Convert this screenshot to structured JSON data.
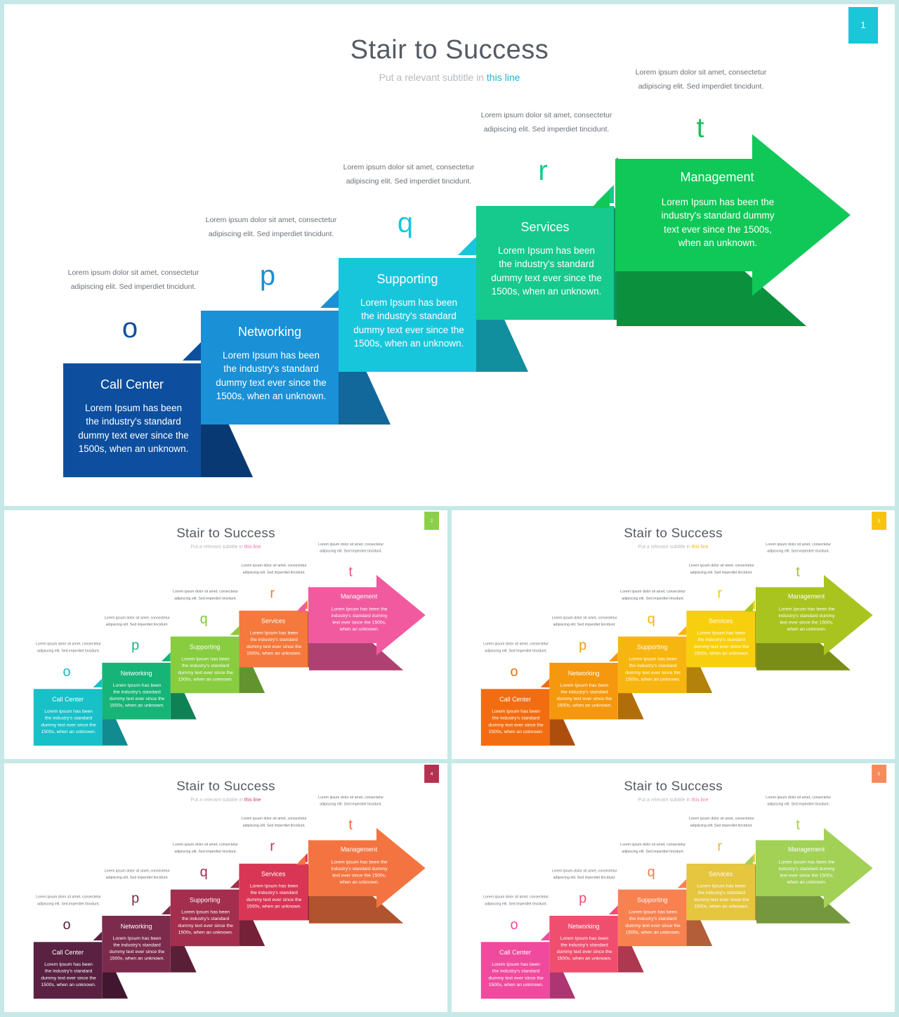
{
  "deck": {
    "title": "Stair to Success",
    "subtitle_prefix": "Put a relevant subtitle in",
    "subtitle_highlight": "this line",
    "note": "Lorem ipsum dolor sit amet, consectetur adipiscing elit. Sed imperdiet tincidunt.",
    "body": "Lorem Ipsum has been the industry's standard dummy text ever since the 1500s, when an unknown.",
    "labels": [
      "Call Center",
      "Networking",
      "Supporting",
      "Services",
      "Management"
    ],
    "letters": [
      "o",
      "p",
      "q",
      "r",
      "t"
    ]
  },
  "slides": [
    {
      "number": "1",
      "accent": "#1bc6d8",
      "highlight": "#1bb7cc",
      "letter_colors": [
        "#0d4f9e",
        "#1a90d6",
        "#18c6dc",
        "#16c98c",
        "#1bc25a"
      ],
      "colors": [
        "#0d4f9e",
        "#1a90d6",
        "#18c6dc",
        "#16c98c",
        "#10c857"
      ]
    },
    {
      "number": "2",
      "accent": "#8bd048",
      "highlight": "#f06da8",
      "letter_colors": [
        "#16b9c4",
        "#19b37c",
        "#7ccc38",
        "#f27c3a",
        "#f0528f"
      ],
      "colors": [
        "#18c0c8",
        "#16b477",
        "#88cc40",
        "#f5783c",
        "#f15a9f"
      ]
    },
    {
      "number": "3",
      "accent": "#f6c40d",
      "highlight": "#f6b210",
      "letter_colors": [
        "#f26d12",
        "#f59a0c",
        "#f5b70d",
        "#f5c70d",
        "#a3c31d"
      ],
      "colors": [
        "#f26d12",
        "#f5980d",
        "#f7b50f",
        "#f8cf0e",
        "#a9c41f"
      ]
    },
    {
      "number": "4",
      "accent": "#b2324f",
      "highlight": "#d43a5e",
      "letter_colors": [
        "#5a2142",
        "#7c2a4a",
        "#9e2d4d",
        "#cc2f50",
        "#f26a3a"
      ],
      "colors": [
        "#5a2142",
        "#7c2b4c",
        "#a32e4d",
        "#d93655",
        "#f47441"
      ]
    },
    {
      "number": "5",
      "accent": "#f58a5c",
      "highlight": "#f07d9a",
      "letter_colors": [
        "#f04a9e",
        "#ef4c6f",
        "#f47c4b",
        "#e4b93a",
        "#9fcd53"
      ],
      "colors": [
        "#f04a9e",
        "#f04e6e",
        "#f88150",
        "#e6c53f",
        "#a2d156"
      ]
    }
  ]
}
